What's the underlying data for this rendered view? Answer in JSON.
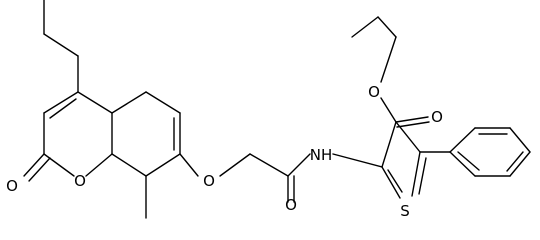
{
  "molecule": {
    "atom_labels": {
      "o_carbonyl": "O",
      "o_ring": "O",
      "o_ether": "O",
      "o_amide": "O",
      "nh": "NH",
      "s": "S",
      "o_ester_ketone": "O",
      "o_ester": "O"
    }
  }
}
